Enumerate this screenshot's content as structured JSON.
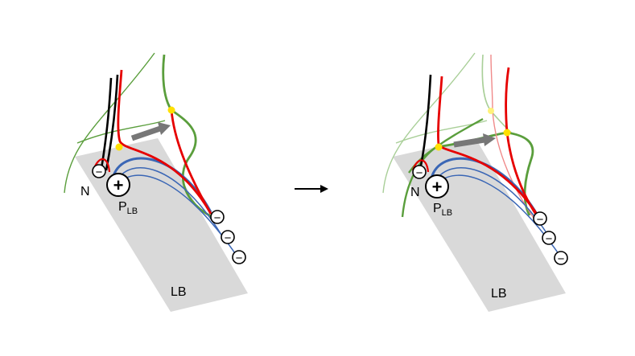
{
  "panels": [
    {
      "region_label": "LB",
      "positive_label": "P",
      "positive_sub": "LB",
      "negative_label": "N",
      "plus_symbol": "+",
      "minus_symbol": "−"
    },
    {
      "region_label": "LB",
      "positive_label": "P",
      "positive_sub": "LB",
      "negative_label": "N",
      "plus_symbol": "+",
      "minus_symbol": "−"
    }
  ],
  "colors": {
    "region_fill": "#d9d9d9",
    "field_line_blue": "#3a66b5",
    "red_line": "#e60000",
    "faint_red_line": "#f08a8a",
    "green_line": "#5a9e3c",
    "faint_green_line": "#a9cf98",
    "black_line": "#000000",
    "arrow_gray": "#777777",
    "null_point": "#ffe000"
  }
}
